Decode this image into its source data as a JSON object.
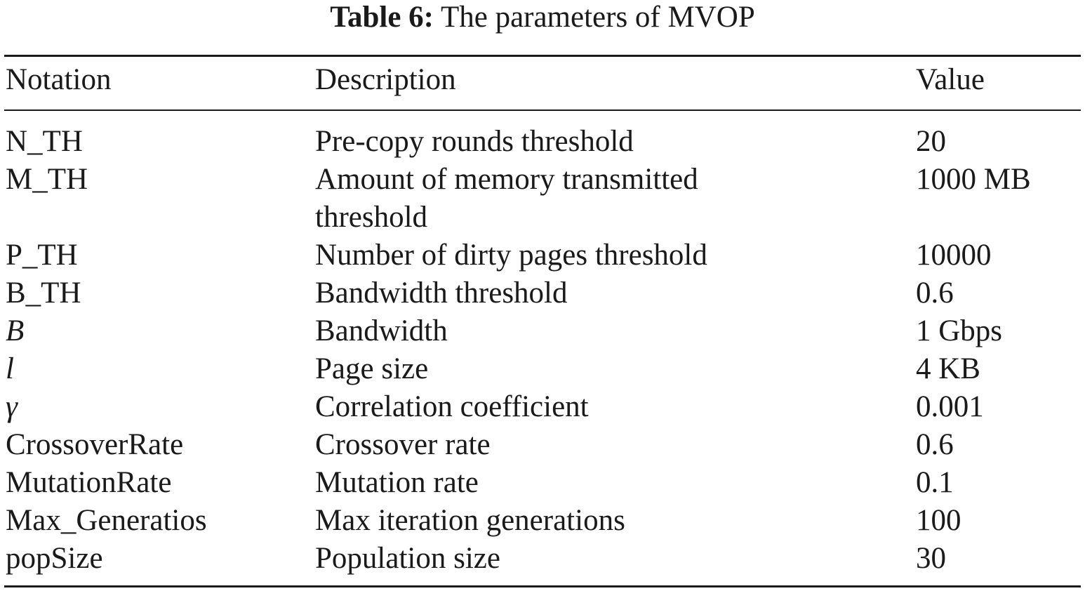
{
  "caption": {
    "label": "Table 6:",
    "text": "The parameters of MVOP"
  },
  "table": {
    "headers": [
      "Notation",
      "Description",
      "Value"
    ],
    "rows": [
      {
        "notation": "N_TH",
        "description": [
          "Pre-copy rounds threshold"
        ],
        "value": "20"
      },
      {
        "notation": "M_TH",
        "description": [
          "Amount of memory transmitted",
          "threshold"
        ],
        "value": "1000 MB"
      },
      {
        "notation": "P_TH",
        "description": [
          "Number of dirty pages threshold"
        ],
        "value": "10000"
      },
      {
        "notation": "B_TH",
        "description": [
          "Bandwidth threshold"
        ],
        "value": "0.6"
      },
      {
        "notation": "B",
        "description": [
          "Bandwidth"
        ],
        "value": "1 Gbps"
      },
      {
        "notation": "l",
        "description": [
          "Page size"
        ],
        "value": "4 KB"
      },
      {
        "notation": "γ",
        "description": [
          "Correlation coefficient"
        ],
        "value": "0.001"
      },
      {
        "notation": "CrossoverRate",
        "description": [
          "Crossover rate"
        ],
        "value": "0.6"
      },
      {
        "notation": "MutationRate",
        "description": [
          "Mutation rate"
        ],
        "value": "0.1"
      },
      {
        "notation": "Max_Generatios",
        "description": [
          "Max iteration generations"
        ],
        "value": "100"
      },
      {
        "notation": "popSize",
        "description": [
          "Population size"
        ],
        "value": "30"
      }
    ]
  }
}
